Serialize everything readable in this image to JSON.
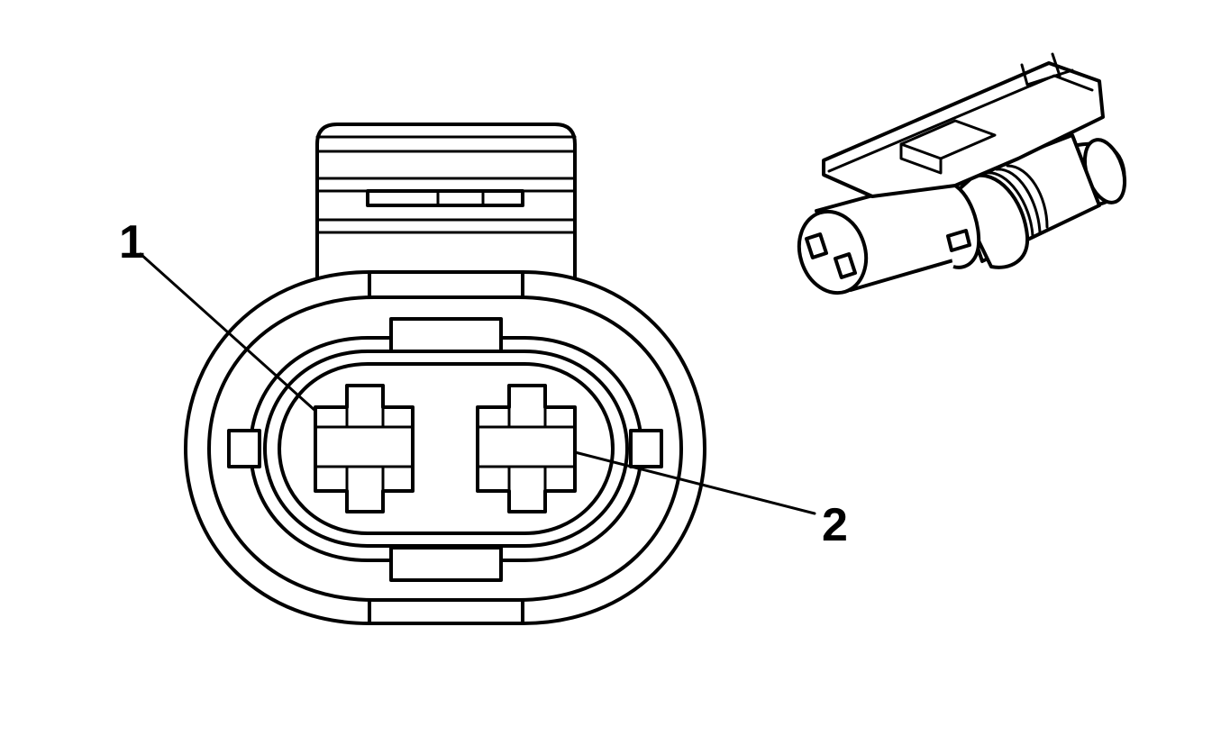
{
  "callouts": [
    {
      "number": "1",
      "target": "terminal-cavity-1"
    },
    {
      "number": "2",
      "target": "terminal-cavity-2"
    }
  ],
  "colors": {
    "line": "#000000",
    "background": "#ffffff"
  }
}
